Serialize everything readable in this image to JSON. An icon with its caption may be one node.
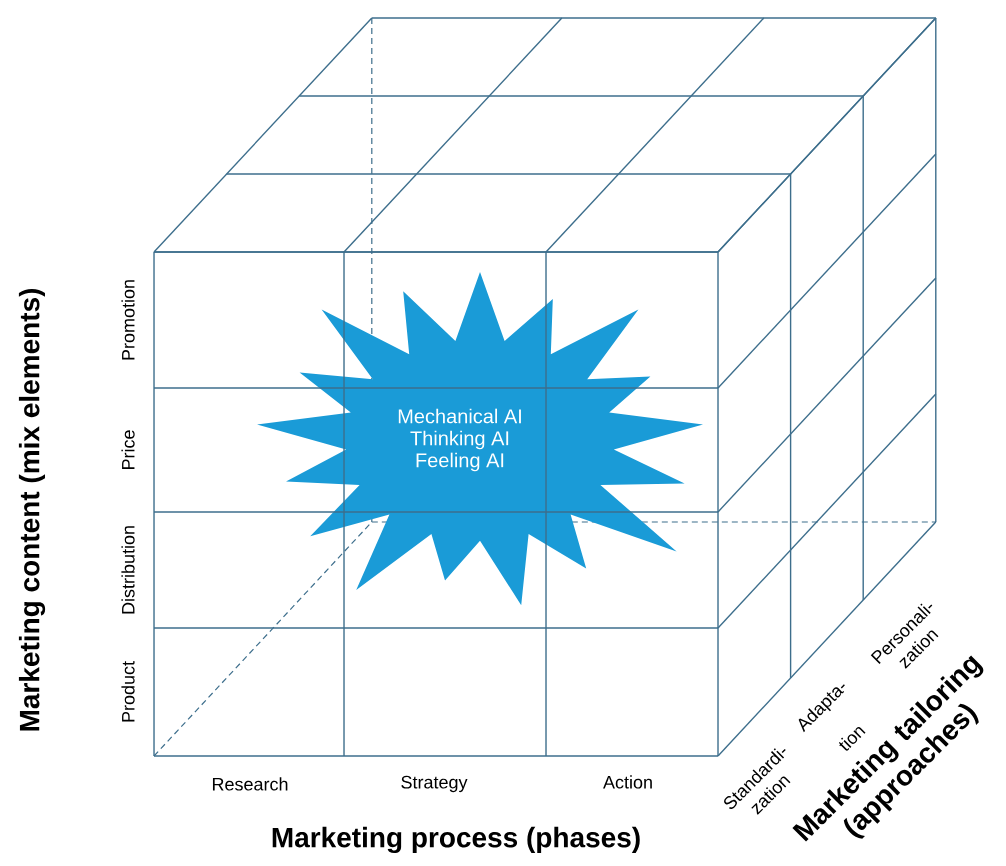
{
  "diagram": {
    "nodes": [
      {
        "text": [
          "Mechanical AI",
          "Thinking AI",
          "Feeling AI"
        ]
      }
    ],
    "edges": [],
    "labels": [
      "Marketing content (mix elements)",
      "Promotion",
      "Price",
      "Distribution",
      "Product",
      "Research",
      "Strategy",
      "Action",
      "Marketing process (phases)",
      "Standardi- zation",
      "Adapta- tion",
      "Personali- zation",
      "Marketing tailoring (approaches)"
    ]
  }
}
